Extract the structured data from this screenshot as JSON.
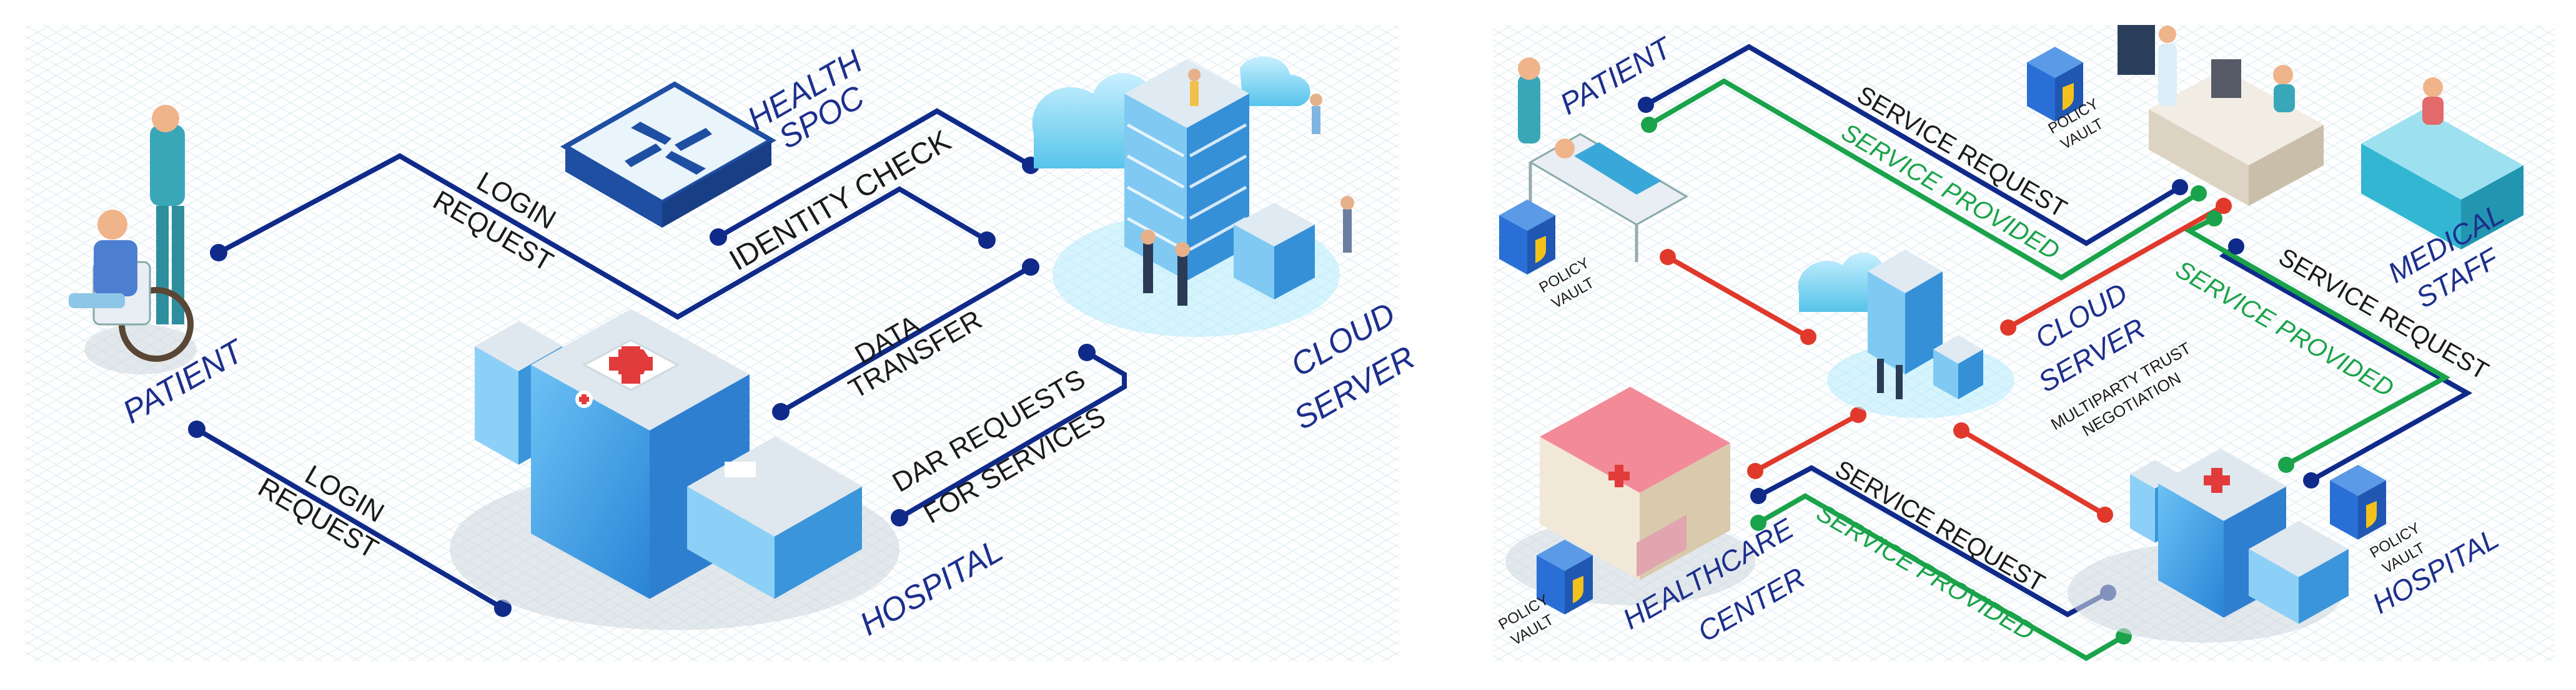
{
  "colors": {
    "navy": "#102a8a",
    "green": "#1aa34a",
    "red": "#e0392b",
    "label_blue": "#1d2f8c",
    "building_blue": "#3aa0e6",
    "cyan_cloud": "#7fd3f0",
    "hospital_roof_red": "#e23b3b",
    "health_center_pink": "#f28a98",
    "vault_blue": "#2a6fd6",
    "vault_yellow": "#f2c21b",
    "background_grid": "#e3eef3"
  },
  "left_panel": {
    "labels": {
      "patient": "PATIENT",
      "health_spoc": [
        "HEALTH",
        "SPOC"
      ],
      "cloud_server": [
        "CLOUD",
        "SERVER"
      ],
      "hospital": "HOSPITAL",
      "login_request_top": [
        "LOGIN",
        "REQUEST"
      ],
      "login_request_bottom": [
        "LOGIN",
        "REQUEST"
      ],
      "identity_check": "IDENTITY CHECK",
      "data_transfer": [
        "DATA",
        "TRANSFER"
      ],
      "dar_requests": [
        "DAR REQUESTS",
        "FOR SERVICES"
      ]
    },
    "icons": [
      "patient-wheelchair-icon",
      "health-spoc-shield-icon",
      "cloud-server-icon",
      "hospital-building-icon"
    ]
  },
  "right_panel": {
    "labels": {
      "patient": "PATIENT",
      "policy_vault": [
        "POLICY",
        "VAULT"
      ],
      "service_request": "SERVICE REQUEST",
      "service_provided": "SERVICE PROVIDED",
      "medical_staff": [
        "MEDICAL",
        "STAFF"
      ],
      "cloud_server": [
        "CLOUD",
        "SERVER"
      ],
      "multiparty": [
        "MULTIPARTY TRUST",
        "NEGOTIATION"
      ],
      "healthcare_center": [
        "HEALTHCARE",
        "CENTER"
      ],
      "hospital": "HOSPITAL"
    },
    "icons": [
      "patient-bed-icon",
      "policy-vault-icon",
      "medical-staff-icon",
      "cloud-server-icon",
      "healthcare-center-icon",
      "hospital-building-icon"
    ]
  }
}
